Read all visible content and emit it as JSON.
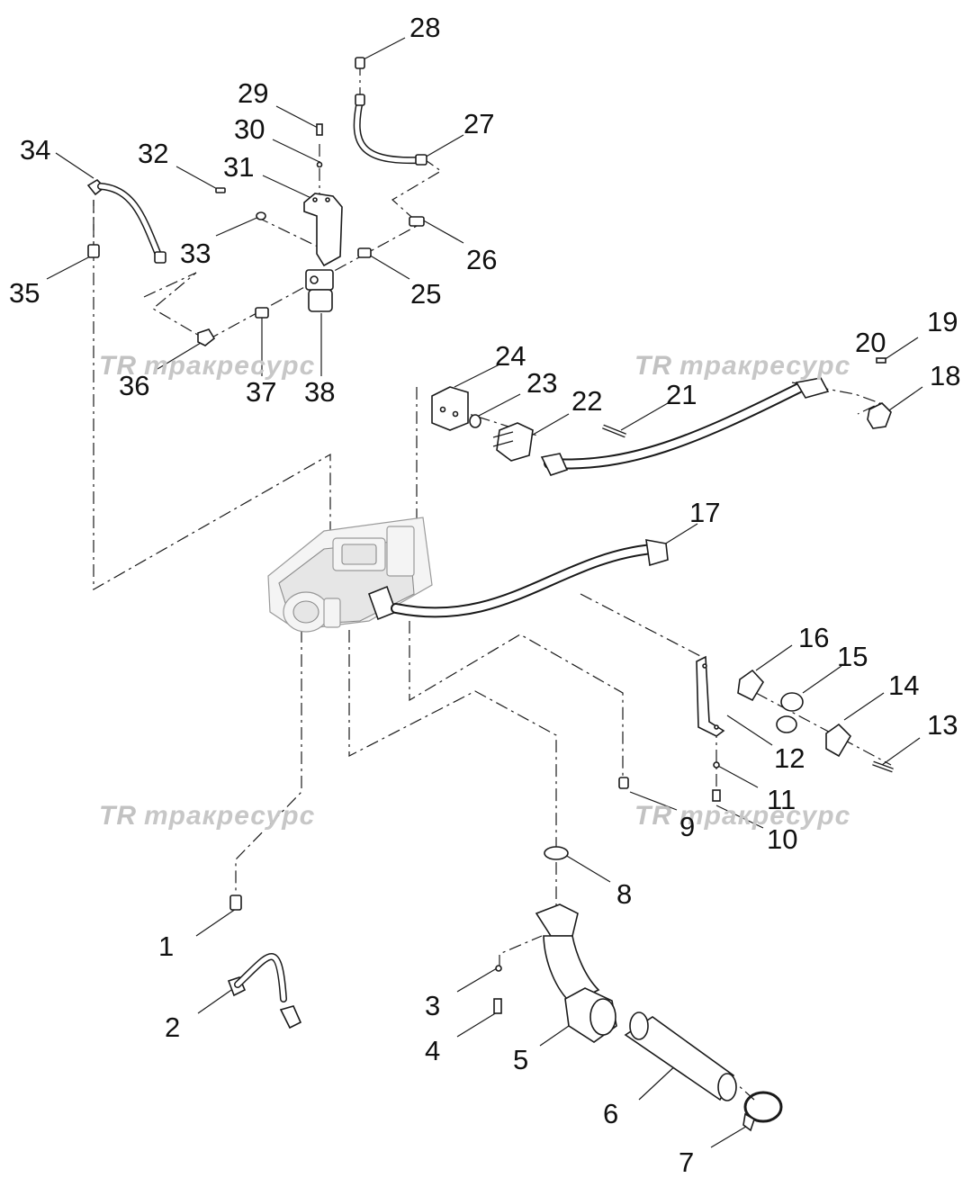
{
  "watermark": {
    "logo": "TR",
    "text": "тракресурс"
  },
  "callouts": {
    "n1": "1",
    "n2": "2",
    "n3": "3",
    "n4": "4",
    "n5": "5",
    "n6": "6",
    "n7": "7",
    "n8": "8",
    "n9": "9",
    "n10": "10",
    "n11": "11",
    "n12": "12",
    "n13": "13",
    "n14": "14",
    "n15": "15",
    "n16": "16",
    "n17": "17",
    "n18": "18",
    "n19": "19",
    "n20": "20",
    "n21": "21",
    "n22": "22",
    "n23": "23",
    "n24": "24",
    "n25": "25",
    "n26": "26",
    "n27": "27",
    "n28": "28",
    "n29": "29",
    "n30": "30",
    "n31": "31",
    "n32": "32",
    "n33": "33",
    "n34": "34",
    "n35": "35",
    "n36": "36",
    "n37": "37",
    "n38": "38"
  },
  "colors": {
    "line": "#1a1a1a",
    "background": "#ffffff",
    "watermark": "#c7c7c7"
  }
}
